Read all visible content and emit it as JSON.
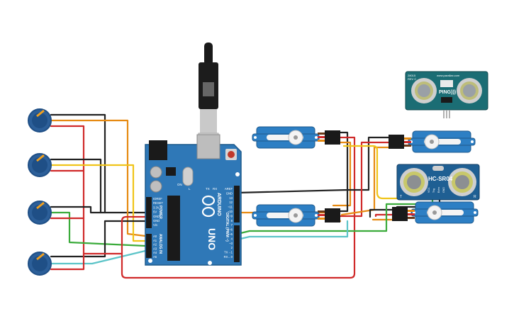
{
  "colors": {
    "board": "#2f78b7",
    "board_dark": "#1f5a8c",
    "servo": "#2d7fc4",
    "sensor": "#1f5f93",
    "ping": "#1b6d74",
    "knob": "#1f4f86",
    "wire_red": "#d02a2a",
    "wire_black": "#222222",
    "wire_orange": "#e68a12",
    "wire_yellow": "#f0c419",
    "wire_green": "#3bab3b",
    "wire_cyan": "#5cc4c8"
  },
  "arduino": {
    "brand": "ARDUINO",
    "model": "UNO",
    "power_label": "POWER",
    "analog_label": "ANALOG IN",
    "digital_label": "DIGITAL (PWM ~)",
    "power_pins": [
      "IOREF",
      "RESET",
      "3.3V",
      "5V",
      "GND",
      "GND",
      "Vin"
    ],
    "analog_pins": [
      "A0",
      "A1",
      "A2",
      "A3",
      "A4",
      "A5"
    ],
    "digital_pins": [
      "AREF",
      "GND",
      "13",
      "12",
      "~11",
      "~10",
      "~9",
      "8",
      "7",
      "~6",
      "~5",
      "4",
      "~3",
      "2",
      "TX→1",
      "RX←0"
    ],
    "led_labels": [
      "L",
      "TX",
      "RX",
      "ON"
    ]
  },
  "ping_sensor": {
    "title": "PING)))",
    "brand": "www.parallax.com",
    "part": "28015",
    "rev": "REV C"
  },
  "hcsr04": {
    "title": "HC-SR04",
    "pins": [
      "VCC",
      "Trig",
      "Echo",
      "GND"
    ],
    "t_label": "T",
    "r_label": "R"
  },
  "icons": [
    "usb-cable-icon",
    "potentiometer-icon",
    "servo-motor-icon",
    "ultrasonic-sensor-icon"
  ]
}
